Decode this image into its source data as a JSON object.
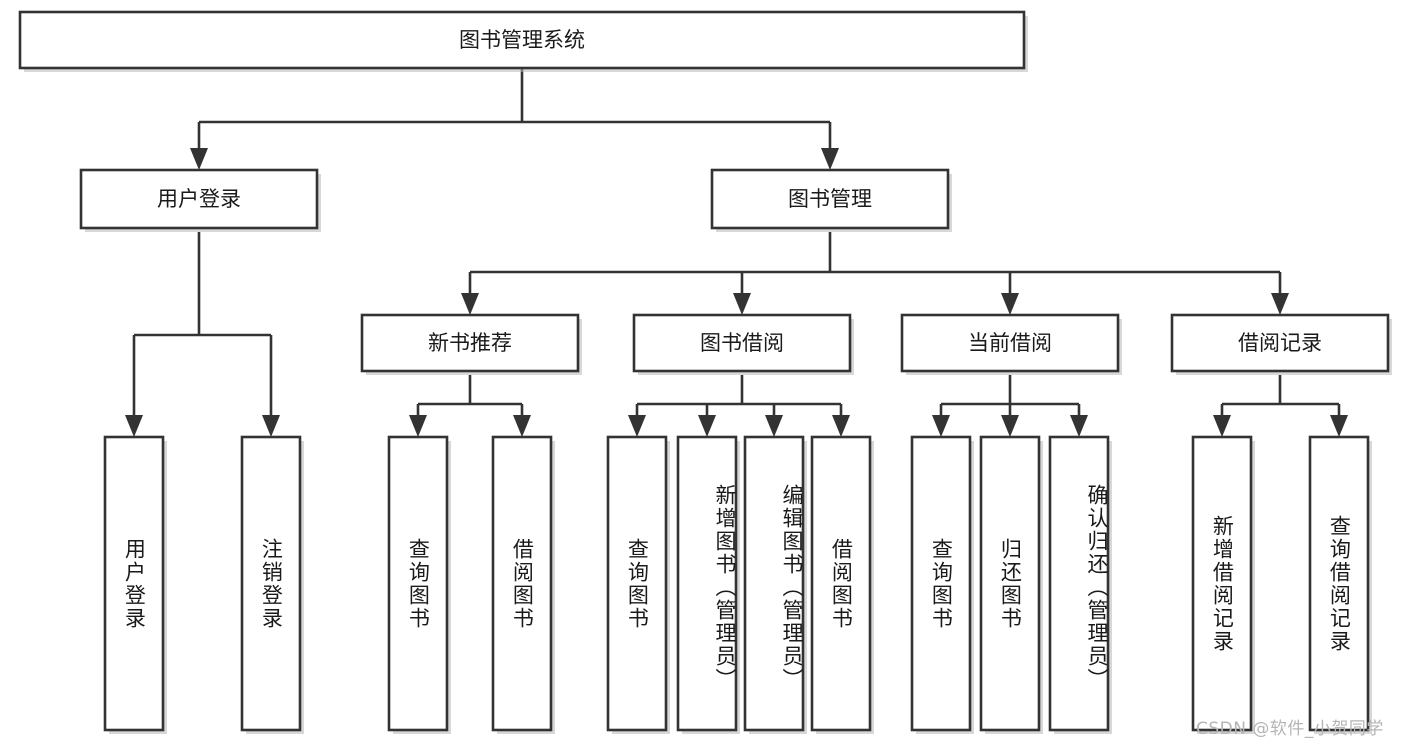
{
  "diagram": {
    "type": "tree-hierarchy",
    "title": "图书管理系统",
    "watermark": "CSDN @软件_小贺同学",
    "colors": {
      "stroke": "#333333",
      "fill": "#ffffff",
      "text": "#1a1a1a",
      "watermark": "#b5b5b5"
    },
    "levels": [
      {
        "level": 0,
        "nodes": [
          {
            "id": "root",
            "label": "图书管理系统",
            "orientation": "horizontal"
          }
        ]
      },
      {
        "level": 1,
        "nodes": [
          {
            "id": "login",
            "label": "用户登录",
            "orientation": "horizontal",
            "parent": "root"
          },
          {
            "id": "bookmgmt",
            "label": "图书管理",
            "orientation": "horizontal",
            "parent": "root"
          }
        ]
      },
      {
        "level": 2,
        "nodes": [
          {
            "id": "newbook",
            "label": "新书推荐",
            "orientation": "horizontal",
            "parent": "bookmgmt"
          },
          {
            "id": "borrow",
            "label": "图书借阅",
            "orientation": "horizontal",
            "parent": "bookmgmt"
          },
          {
            "id": "current",
            "label": "当前借阅",
            "orientation": "horizontal",
            "parent": "bookmgmt"
          },
          {
            "id": "records",
            "label": "借阅记录",
            "orientation": "horizontal",
            "parent": "bookmgmt"
          }
        ]
      },
      {
        "level": 3,
        "nodes": [
          {
            "id": "leaf-user-login",
            "label": "用户登录",
            "orientation": "vertical",
            "parent": "login"
          },
          {
            "id": "leaf-logout",
            "label": "注销登录",
            "orientation": "vertical",
            "parent": "login"
          },
          {
            "id": "leaf-query-book-1",
            "label": "查询图书",
            "orientation": "vertical",
            "parent": "newbook"
          },
          {
            "id": "leaf-borrow-book-1",
            "label": "借阅图书",
            "orientation": "vertical",
            "parent": "newbook"
          },
          {
            "id": "leaf-query-book-2",
            "label": "查询图书",
            "orientation": "vertical",
            "parent": "borrow"
          },
          {
            "id": "leaf-add-book",
            "label": "新增图书（管理员）",
            "orientation": "vertical",
            "parent": "borrow"
          },
          {
            "id": "leaf-edit-book",
            "label": "编辑图书（管理员）",
            "orientation": "vertical",
            "parent": "borrow"
          },
          {
            "id": "leaf-borrow-book-2",
            "label": "借阅图书",
            "orientation": "vertical",
            "parent": "borrow"
          },
          {
            "id": "leaf-query-book-3",
            "label": "查询图书",
            "orientation": "vertical",
            "parent": "current"
          },
          {
            "id": "leaf-return-book",
            "label": "归还图书",
            "orientation": "vertical",
            "parent": "current"
          },
          {
            "id": "leaf-confirm-return",
            "label": "确认归还（管理员）",
            "orientation": "vertical",
            "parent": "current"
          },
          {
            "id": "leaf-add-record",
            "label": "新增借阅记录",
            "orientation": "vertical",
            "parent": "records"
          },
          {
            "id": "leaf-query-record",
            "label": "查询借阅记录",
            "orientation": "vertical",
            "parent": "records"
          }
        ]
      }
    ]
  }
}
